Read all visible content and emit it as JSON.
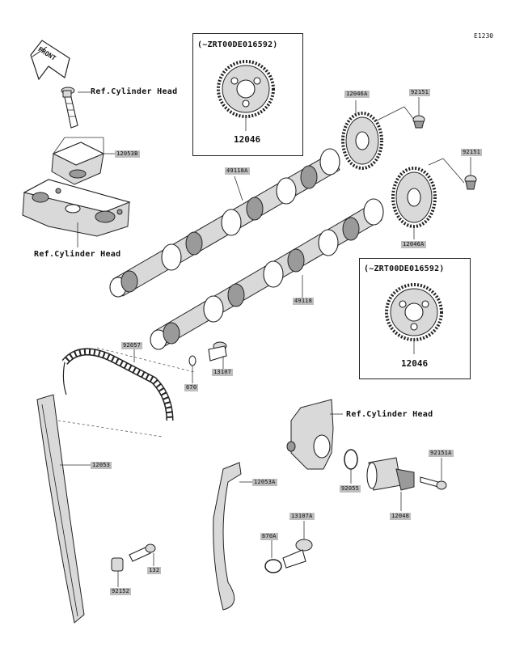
{
  "diagram_id": "E1230",
  "front_label": "FRONT",
  "reference_labels": {
    "cylinder_head_top": "Ref.Cylinder Head",
    "cylinder_head_left": "Ref.Cylinder Head",
    "cylinder_head_right": "Ref.Cylinder Head"
  },
  "boxes": [
    {
      "condition": "(~ZRT00DE016592)",
      "part": "12046"
    },
    {
      "condition": "(~ZRT00DE016592)",
      "part": "12046"
    }
  ],
  "parts": {
    "p12053B": "12053B",
    "p49118A": "49118A",
    "p12046A_top": "12046A",
    "p92151_top": "92151",
    "p92151_right": "92151",
    "p12046A_right": "12046A",
    "p49118": "49118",
    "p92057": "92057",
    "p670": "670",
    "p13107": "13107",
    "p12053": "12053",
    "p12053A": "12053A",
    "p92055": "92055",
    "p92151A": "92151A",
    "p12048": "12048",
    "p13107A": "13107A",
    "p670A": "670A",
    "p132": "132",
    "p92152": "92152"
  }
}
